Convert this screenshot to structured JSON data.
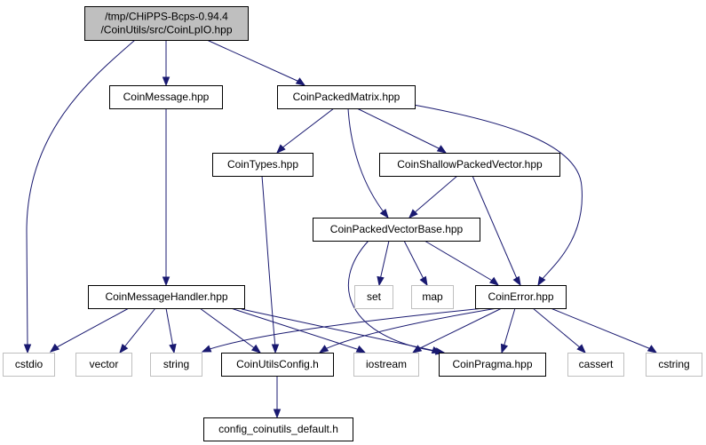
{
  "colors": {
    "edge": "#191970",
    "root_fill": "#bfbfbf",
    "node_border": "#000000",
    "external_border": "#bfbfbf",
    "node_fill": "#ffffff"
  },
  "nodes": [
    {
      "id": "root",
      "lines": [
        "/tmp/CHiPPS-Bcps-0.94.4",
        "/CoinUtils/src/CoinLpIO.hpp"
      ],
      "kind": "root"
    },
    {
      "id": "coinmessage",
      "lines": [
        "CoinMessage.hpp"
      ],
      "kind": "internal"
    },
    {
      "id": "coinpackedmatrix",
      "lines": [
        "CoinPackedMatrix.hpp"
      ],
      "kind": "internal"
    },
    {
      "id": "cointypes",
      "lines": [
        "CoinTypes.hpp"
      ],
      "kind": "internal"
    },
    {
      "id": "coinshallowpackedvector",
      "lines": [
        "CoinShallowPackedVector.hpp"
      ],
      "kind": "internal"
    },
    {
      "id": "coinpackedvectorbase",
      "lines": [
        "CoinPackedVectorBase.hpp"
      ],
      "kind": "internal"
    },
    {
      "id": "coinmessagehandler",
      "lines": [
        "CoinMessageHandler.hpp"
      ],
      "kind": "internal"
    },
    {
      "id": "set",
      "lines": [
        "set"
      ],
      "kind": "external"
    },
    {
      "id": "map",
      "lines": [
        "map"
      ],
      "kind": "external"
    },
    {
      "id": "coinerror",
      "lines": [
        "CoinError.hpp"
      ],
      "kind": "internal"
    },
    {
      "id": "cstdio",
      "lines": [
        "cstdio"
      ],
      "kind": "external"
    },
    {
      "id": "vector",
      "lines": [
        "vector"
      ],
      "kind": "external"
    },
    {
      "id": "string",
      "lines": [
        "string"
      ],
      "kind": "external"
    },
    {
      "id": "coinutilsconfig",
      "lines": [
        "CoinUtilsConfig.h"
      ],
      "kind": "internal"
    },
    {
      "id": "iostream",
      "lines": [
        "iostream"
      ],
      "kind": "external"
    },
    {
      "id": "coinpragma",
      "lines": [
        "CoinPragma.hpp"
      ],
      "kind": "internal"
    },
    {
      "id": "cassert",
      "lines": [
        "cassert"
      ],
      "kind": "external"
    },
    {
      "id": "cstring",
      "lines": [
        "cstring"
      ],
      "kind": "external"
    },
    {
      "id": "config_default",
      "lines": [
        "config_coinutils_default.h"
      ],
      "kind": "internal"
    }
  ],
  "edges": [
    {
      "from": "root",
      "to": "coinmessage"
    },
    {
      "from": "root",
      "to": "coinpackedmatrix"
    },
    {
      "from": "root",
      "to": "cstdio"
    },
    {
      "from": "coinmessage",
      "to": "coinmessagehandler"
    },
    {
      "from": "coinpackedmatrix",
      "to": "cointypes"
    },
    {
      "from": "coinpackedmatrix",
      "to": "coinshallowpackedvector"
    },
    {
      "from": "coinpackedmatrix",
      "to": "coinpackedvectorbase"
    },
    {
      "from": "coinpackedmatrix",
      "to": "coinerror"
    },
    {
      "from": "cointypes",
      "to": "coinutilsconfig"
    },
    {
      "from": "coinshallowpackedvector",
      "to": "coinpackedvectorbase"
    },
    {
      "from": "coinshallowpackedvector",
      "to": "coinerror"
    },
    {
      "from": "coinpackedvectorbase",
      "to": "set"
    },
    {
      "from": "coinpackedvectorbase",
      "to": "map"
    },
    {
      "from": "coinpackedvectorbase",
      "to": "coinerror"
    },
    {
      "from": "coinpackedvectorbase",
      "to": "coinpragma"
    },
    {
      "from": "coinmessagehandler",
      "to": "cstdio"
    },
    {
      "from": "coinmessagehandler",
      "to": "vector"
    },
    {
      "from": "coinmessagehandler",
      "to": "string"
    },
    {
      "from": "coinmessagehandler",
      "to": "coinutilsconfig"
    },
    {
      "from": "coinmessagehandler",
      "to": "iostream"
    },
    {
      "from": "coinmessagehandler",
      "to": "coinpragma"
    },
    {
      "from": "coinerror",
      "to": "string"
    },
    {
      "from": "coinerror",
      "to": "coinutilsconfig"
    },
    {
      "from": "coinerror",
      "to": "iostream"
    },
    {
      "from": "coinerror",
      "to": "coinpragma"
    },
    {
      "from": "coinerror",
      "to": "cassert"
    },
    {
      "from": "coinerror",
      "to": "cstring"
    },
    {
      "from": "coinutilsconfig",
      "to": "config_default"
    }
  ]
}
